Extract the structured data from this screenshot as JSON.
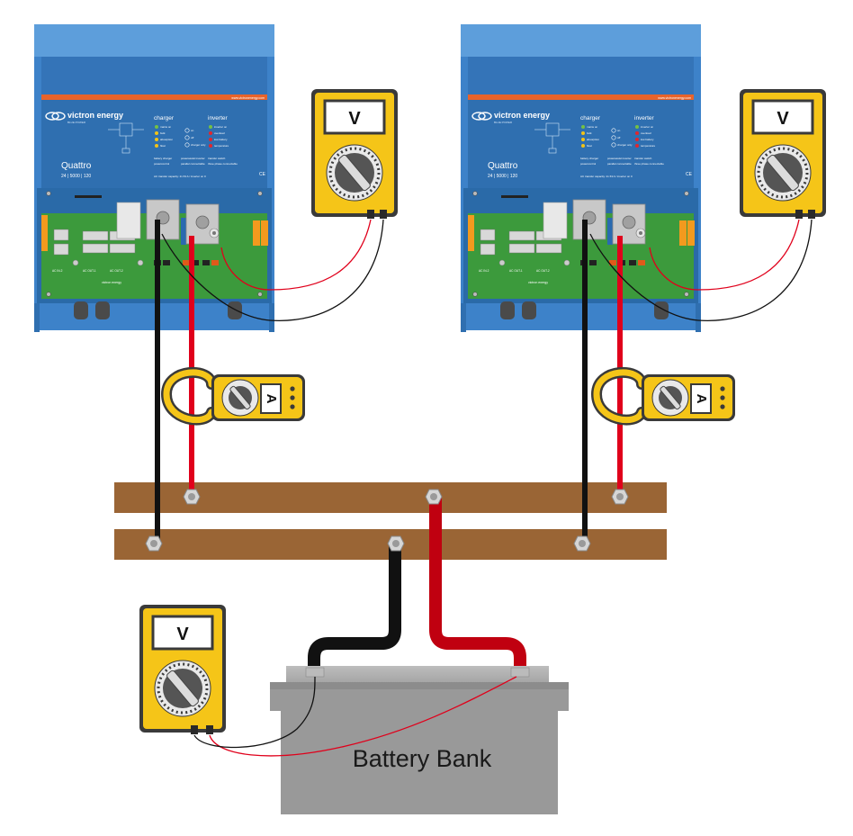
{
  "inverters": [
    {
      "brand": "victron energy",
      "brand_sub": "BLUE POWER",
      "url": "www.victronenergy.com",
      "model": "Quattro",
      "rating": "24 | 5000 | 120",
      "charger_title": "charger",
      "inverter_title": "inverter",
      "charger_leds": [
        "mains on",
        "bulk",
        "absorption",
        "float"
      ],
      "inverter_leds": [
        "inverter on",
        "overload",
        "low battery",
        "temperature"
      ],
      "switch_labels": [
        "on",
        "off",
        "charger only"
      ],
      "footer_left": [
        "battery charger",
        "powercontrol"
      ],
      "footer_mid": [
        "powerassist inverter",
        "parallel connectable"
      ],
      "footer_right": [
        "transfer switch",
        "three phase connectable"
      ],
      "transfer_note": "AC transfer capacity: 2x 63 A  /  inverter on 0",
      "ce_mark": "CE",
      "terminal_labels": [
        "AC IN-2",
        "AC OUT-1",
        "AC OUT-2"
      ],
      "badge": "victron energy"
    },
    {
      "brand": "victron energy",
      "brand_sub": "BLUE POWER",
      "url": "www.victronenergy.com",
      "model": "Quattro",
      "rating": "24 | 5000 | 120",
      "charger_title": "charger",
      "inverter_title": "inverter",
      "charger_leds": [
        "mains on",
        "bulk",
        "absorption",
        "float"
      ],
      "inverter_leds": [
        "inverter on",
        "overload",
        "low battery",
        "temperature"
      ],
      "switch_labels": [
        "on",
        "off",
        "charger only"
      ],
      "footer_left": [
        "battery charger",
        "powercontrol"
      ],
      "footer_mid": [
        "powerassist inverter",
        "parallel connectable"
      ],
      "footer_right": [
        "transfer switch",
        "three phase connectable"
      ],
      "transfer_note": "AC transfer capacity: 2x 63 A  /  inverter on 0",
      "ce_mark": "CE",
      "terminal_labels": [
        "AC IN-2",
        "AC OUT-1",
        "AC OUT-2"
      ],
      "badge": "victron energy"
    }
  ],
  "voltmeter_label": "V",
  "clamp_meter_label": "A",
  "battery_label": "Battery Bank",
  "colors": {
    "inverter_blue": "#3a7fc6",
    "inverter_top": "#5b9bd8",
    "orange_stripe": "#e8632a",
    "pcb_green": "#3c9a3c",
    "busbar_brown": "#9a6535",
    "meter_yellow": "#f5c518",
    "meter_dark": "#3a3a3a",
    "cable_red": "#e0001b",
    "cable_black": "#111111",
    "battery_grey": "#9b9b9b"
  }
}
